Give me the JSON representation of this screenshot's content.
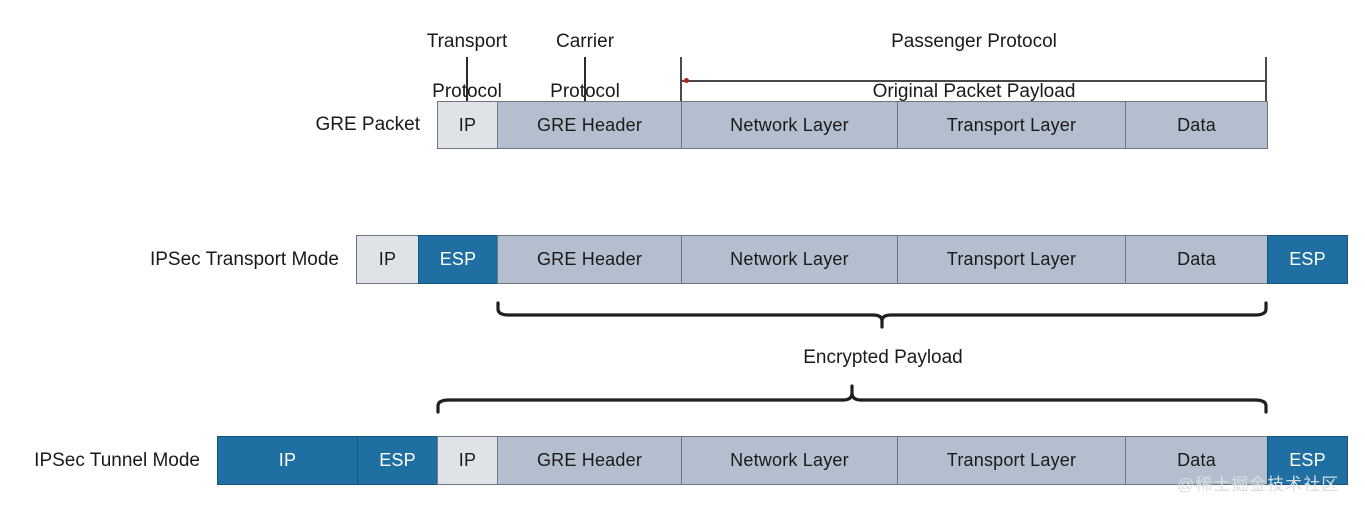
{
  "diagram": {
    "title": "GRE over IPSec packet encapsulation",
    "colors": {
      "light_block": "#dfe2e7",
      "mid_block": "#b3bece",
      "dark_block": "#1f6fa3",
      "block_border": "#6e7682",
      "text": "#1a1a1a",
      "dark_block_text": "#ffffff",
      "marker_dot": "#b5231f",
      "leader_line": "#2b2b2b",
      "watermark": "#d8dde4"
    },
    "annotations": [
      {
        "name": "transport-protocol",
        "line1": "Transport",
        "line2": "Protocol"
      },
      {
        "name": "carrier-protocol",
        "line1": "Carrier",
        "line2": "Protocol"
      },
      {
        "name": "passenger-protocol",
        "line1": "Passenger Protocol",
        "line2": "Original Packet Payload"
      }
    ],
    "rows": [
      {
        "name": "gre-packet",
        "label": "GRE Packet",
        "blocks": [
          {
            "name": "block-ip",
            "label": "IP",
            "style": "light"
          },
          {
            "name": "block-gre-header",
            "label": "GRE Header",
            "style": "mid"
          },
          {
            "name": "block-network-layer",
            "label": "Network Layer",
            "style": "mid"
          },
          {
            "name": "block-transport-layer",
            "label": "Transport Layer",
            "style": "mid"
          },
          {
            "name": "block-data",
            "label": "Data",
            "style": "mid"
          }
        ]
      },
      {
        "name": "ipsec-transport-mode",
        "label": "IPSec Transport Mode",
        "blocks": [
          {
            "name": "block-ip",
            "label": "IP",
            "style": "light"
          },
          {
            "name": "block-esp-header",
            "label": "ESP",
            "style": "dark"
          },
          {
            "name": "block-gre-header",
            "label": "GRE Header",
            "style": "mid"
          },
          {
            "name": "block-network-layer",
            "label": "Network Layer",
            "style": "mid"
          },
          {
            "name": "block-transport-layer",
            "label": "Transport Layer",
            "style": "mid"
          },
          {
            "name": "block-data",
            "label": "Data",
            "style": "mid"
          },
          {
            "name": "block-esp-trailer",
            "label": "ESP",
            "style": "dark"
          }
        ]
      },
      {
        "name": "ipsec-tunnel-mode",
        "label": "IPSec Tunnel Mode",
        "blocks": [
          {
            "name": "block-outer-ip",
            "label": "IP",
            "style": "dark"
          },
          {
            "name": "block-esp-header",
            "label": "ESP",
            "style": "dark"
          },
          {
            "name": "block-inner-ip",
            "label": "IP",
            "style": "light"
          },
          {
            "name": "block-gre-header",
            "label": "GRE Header",
            "style": "mid"
          },
          {
            "name": "block-network-layer",
            "label": "Network Layer",
            "style": "mid"
          },
          {
            "name": "block-transport-layer",
            "label": "Transport Layer",
            "style": "mid"
          },
          {
            "name": "block-data",
            "label": "Data",
            "style": "mid"
          },
          {
            "name": "block-esp-trailer",
            "label": "ESP",
            "style": "dark"
          }
        ]
      }
    ],
    "braces": {
      "caption": "Encrypted Payload"
    },
    "watermark": "@稀土掘金技术社区"
  }
}
